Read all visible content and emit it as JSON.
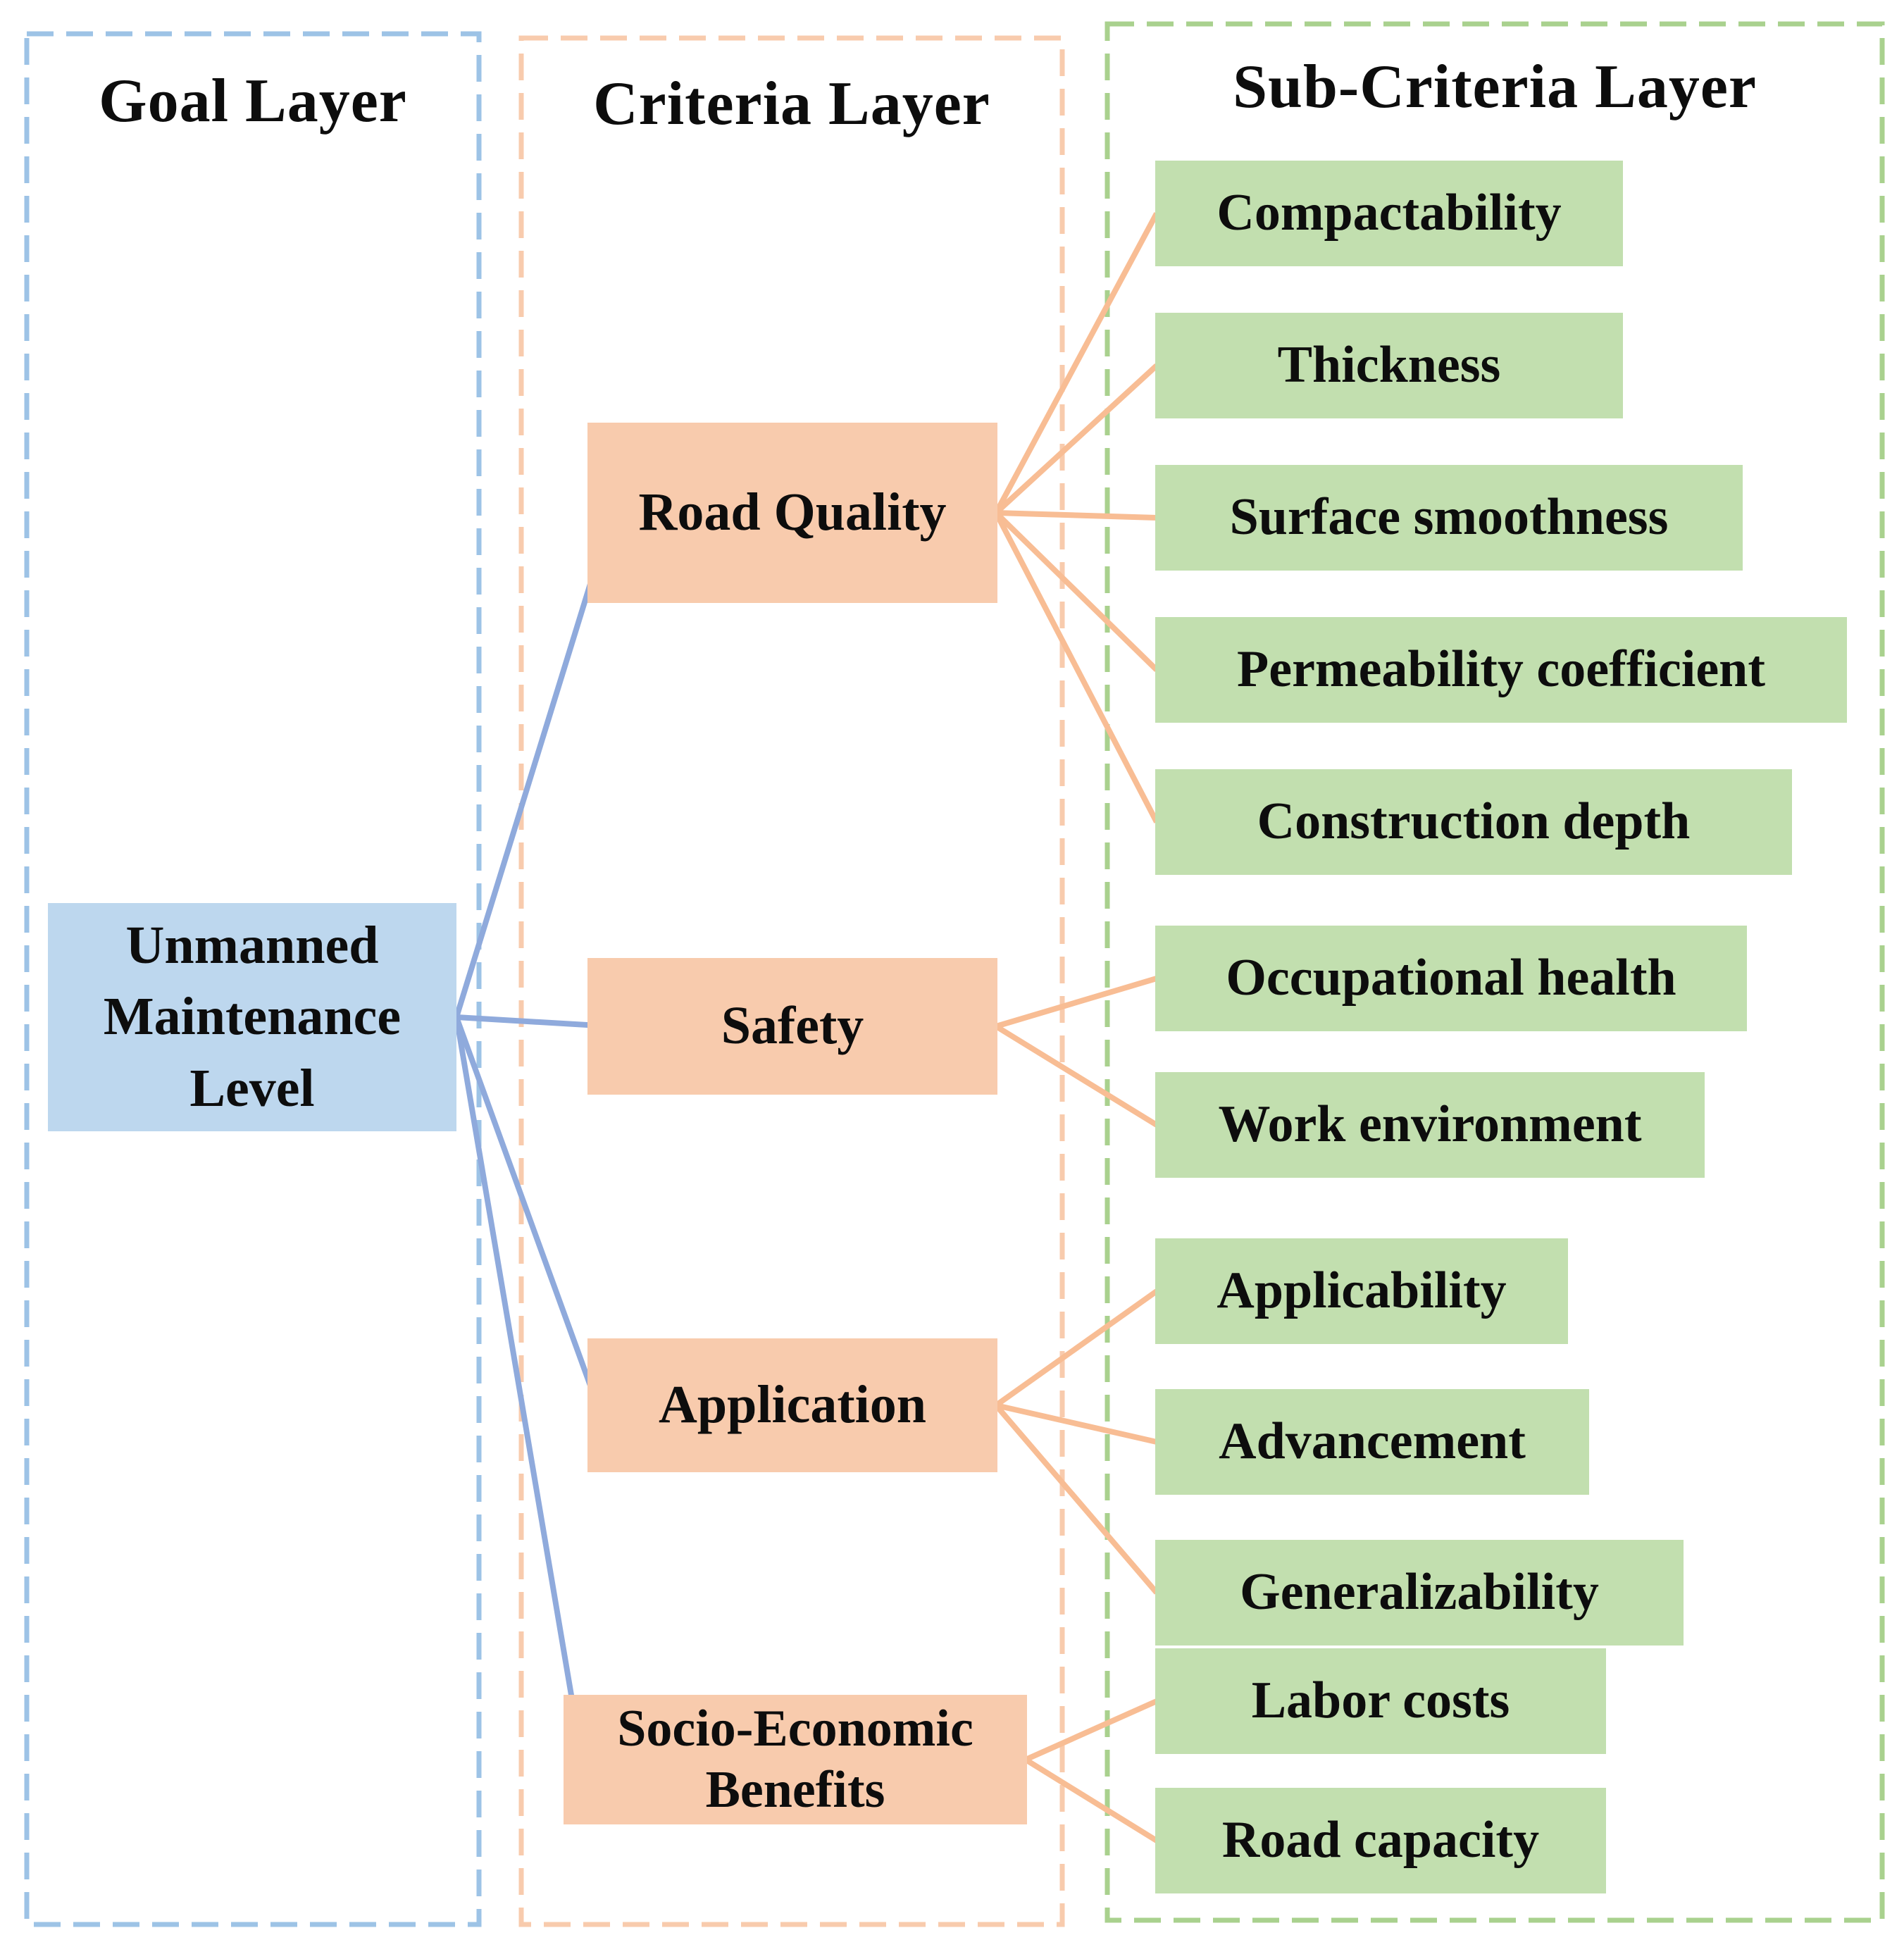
{
  "figure": {
    "type": "ahp-hierarchy-diagram",
    "layers": [
      {
        "title": "Goal Layer"
      },
      {
        "title": "Criteria Layer"
      },
      {
        "title": "Sub-Criteria Layer"
      }
    ],
    "goal": {
      "label": "Unmanned Maintenance Level"
    },
    "criteria": [
      {
        "label": "Road Quality",
        "children": [
          "Compactability",
          "Thickness",
          "Surface smoothness",
          "Permeability coefficient",
          "Construction depth"
        ]
      },
      {
        "label": "Safety",
        "children": [
          "Occupational health",
          "Work environment"
        ]
      },
      {
        "label": "Application",
        "children": [
          "Applicability",
          "Advancement",
          "Generalizability"
        ]
      },
      {
        "label": "Socio-Economic Benefits",
        "children": [
          "Labor costs",
          "Road capacity"
        ]
      }
    ],
    "sub_criteria": [
      "Compactability",
      "Thickness",
      "Surface smoothness",
      "Permeability coefficient",
      "Construction depth",
      "Occupational health",
      "Work environment",
      "Applicability",
      "Advancement",
      "Generalizability",
      "Labor costs",
      "Road capacity"
    ],
    "colors": {
      "goal_fill": "#BDD7EE",
      "criteria_fill": "#F8CBAD",
      "sub_fill": "#C2DFAF",
      "goal_border": "#9DC3E6",
      "criteria_border": "#F8CBAD",
      "sub_border": "#A9D18E",
      "goal_line": "#8FAADC",
      "criteria_line": "#F8BD94",
      "text": "#0d0d0d"
    }
  }
}
